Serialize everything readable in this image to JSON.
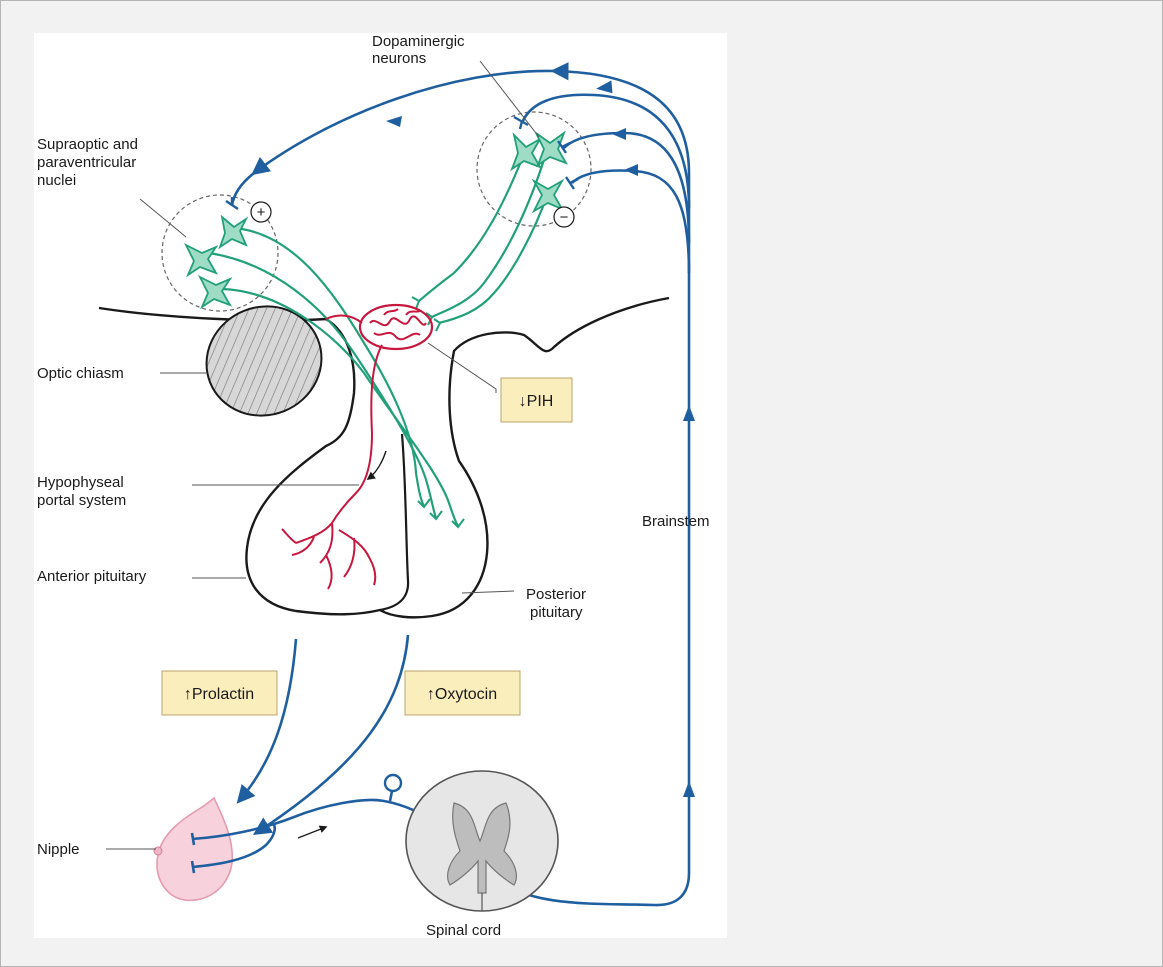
{
  "labels": {
    "dopaminergic_line1": "Dopaminergic",
    "dopaminergic_line2": "neurons",
    "supraoptic_line1": "Supraoptic and",
    "supraoptic_line2": "paraventricular",
    "supraoptic_line3": "nuclei",
    "optic_chiasm": "Optic chiasm",
    "hypophyseal_line1": "Hypophyseal",
    "hypophyseal_line2": "portal system",
    "anterior_pituitary": "Anterior pituitary",
    "posterior_line1": "Posterior",
    "posterior_line2": "pituitary",
    "brainstem": "Brainstem",
    "nipple": "Nipple",
    "spinal_cord": "Spinal cord"
  },
  "boxes": {
    "pih": "↓PIH",
    "prolactin": "↑Prolactin",
    "oxytocin": "↑Oxytocin"
  },
  "signs": {
    "plus": "+",
    "minus": "−"
  },
  "colors": {
    "nerve_blue": "#1f5fa0",
    "neuron_green": "#22a07a",
    "neuron_fill": "#9fdcc6",
    "portal_red": "#c8173f",
    "box_fill": "#fbeebd",
    "breast_fill": "#f7d2dc",
    "cord_fill": "#e6e6e6"
  }
}
